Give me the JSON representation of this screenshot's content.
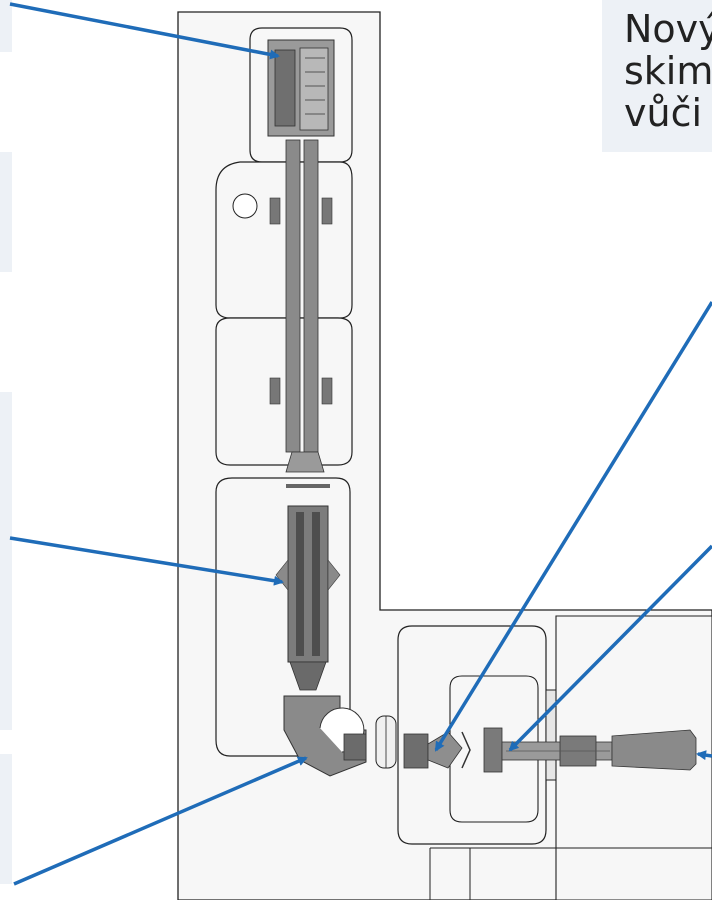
{
  "description_box": {
    "lines": [
      "Nový",
      "skim",
      "vůči"
    ]
  },
  "colors": {
    "arrow": "#1f6cb8",
    "outline": "#222222",
    "chamber_fill": "#f7f7f7",
    "part_fill": "#8a8a8a",
    "part_dark": "#555555",
    "callout_bg": "#edf1f6"
  }
}
